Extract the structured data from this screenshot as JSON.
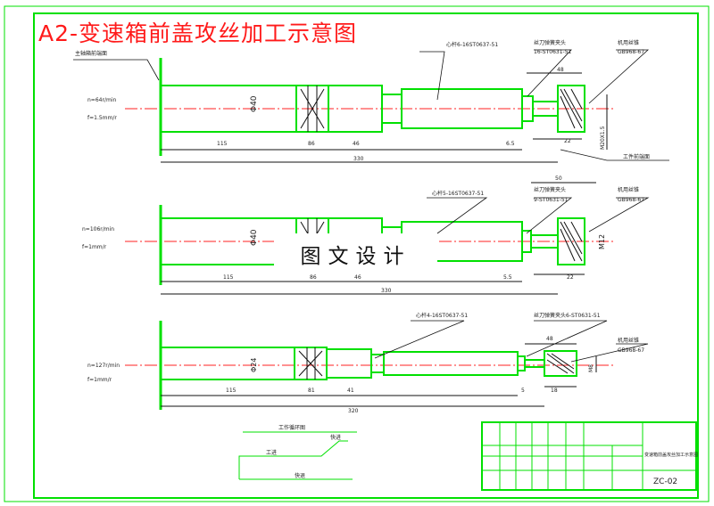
{
  "title": "A2-变速箱前盖攻丝加工示意图",
  "watermark": "图文设计",
  "drawing_no": "ZC-02",
  "title_block_name": "变速箱前盖攻丝加工示意图",
  "colors": {
    "outline": "#00e000",
    "centerline": "#ff2020",
    "leader": "#000000",
    "title": "#ff1a1a"
  },
  "views": [
    {
      "speed": "n=64r/min",
      "feed": "f=1.5mm/r",
      "face_label": "主轴箱前端面",
      "tool_holder_label": "心杆6-16ST0637-51",
      "sleeve_label": "丝刀弹簧夹头",
      "sleeve_code": "16-ST0631-51",
      "tap_label": "机用丝锥",
      "tap_std": "GB968-67",
      "workpiece_label": "工件前端面",
      "diameter": "Φ40",
      "thread": "M20X1.5",
      "dims": {
        "a": "115",
        "b": "86",
        "c": "46",
        "d": "6.5",
        "e": "22",
        "f": "48",
        "total": "330"
      }
    },
    {
      "speed": "n=106r/min",
      "feed": "f=1mm/r",
      "tool_holder_label": "心杆5-16ST0637-51",
      "sleeve_label": "丝刀弹簧夹头",
      "sleeve_code": "9-ST0631-51",
      "tap_label": "机用丝锥",
      "tap_std": "GB968-67",
      "diameter": "Φ40",
      "thread": "M12",
      "dims": {
        "a": "115",
        "b": "86",
        "c": "46",
        "d": "5.5",
        "e": "22",
        "f": "50",
        "total": "330"
      }
    },
    {
      "speed": "n=127r/min",
      "feed": "f=1mm/r",
      "tool_holder_label": "心杆4-16ST0637-51",
      "sleeve_label": "丝刀弹簧夹头6-ST0631-51",
      "tap_label": "机用丝锥",
      "tap_std": "GB968-67",
      "diameter": "Φ24",
      "thread": "M8",
      "dims": {
        "a": "115",
        "b": "81",
        "c": "41",
        "d": "5",
        "e": "18",
        "f": "48",
        "total": "320"
      }
    }
  ],
  "cycle_chart": {
    "title": "工作循环图",
    "stages": [
      "快进",
      "工进",
      "快退"
    ]
  }
}
